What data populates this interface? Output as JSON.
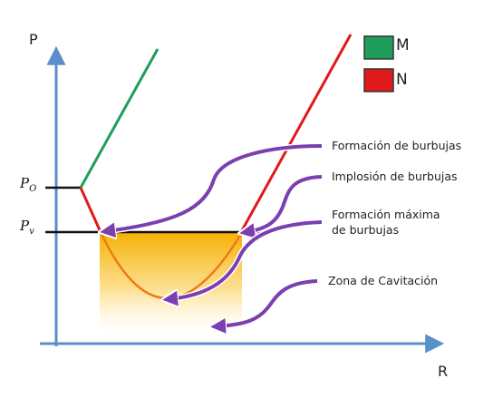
{
  "axes": {
    "y_label": "P",
    "x_label": "R",
    "po_main": "P",
    "po_sub": "O",
    "pv_main": "P",
    "pv_sub": "v"
  },
  "legend": [
    {
      "label": "M",
      "color": "#1e9e5a"
    },
    {
      "label": "N",
      "color": "#e01a1a"
    }
  ],
  "annotations": {
    "formacion": "Formación de burbujas",
    "implosion": "Implosión de burbujas",
    "maxima_1": "Formación máxima",
    "maxima_2": "de burbujas",
    "zona": "Zona de Cavitación"
  },
  "colors": {
    "axis": "#5b8fc9",
    "arrow_stroke": "#7b3fb0",
    "cavitation_top": "#f5b000",
    "curve_orange": "#f07a10"
  }
}
